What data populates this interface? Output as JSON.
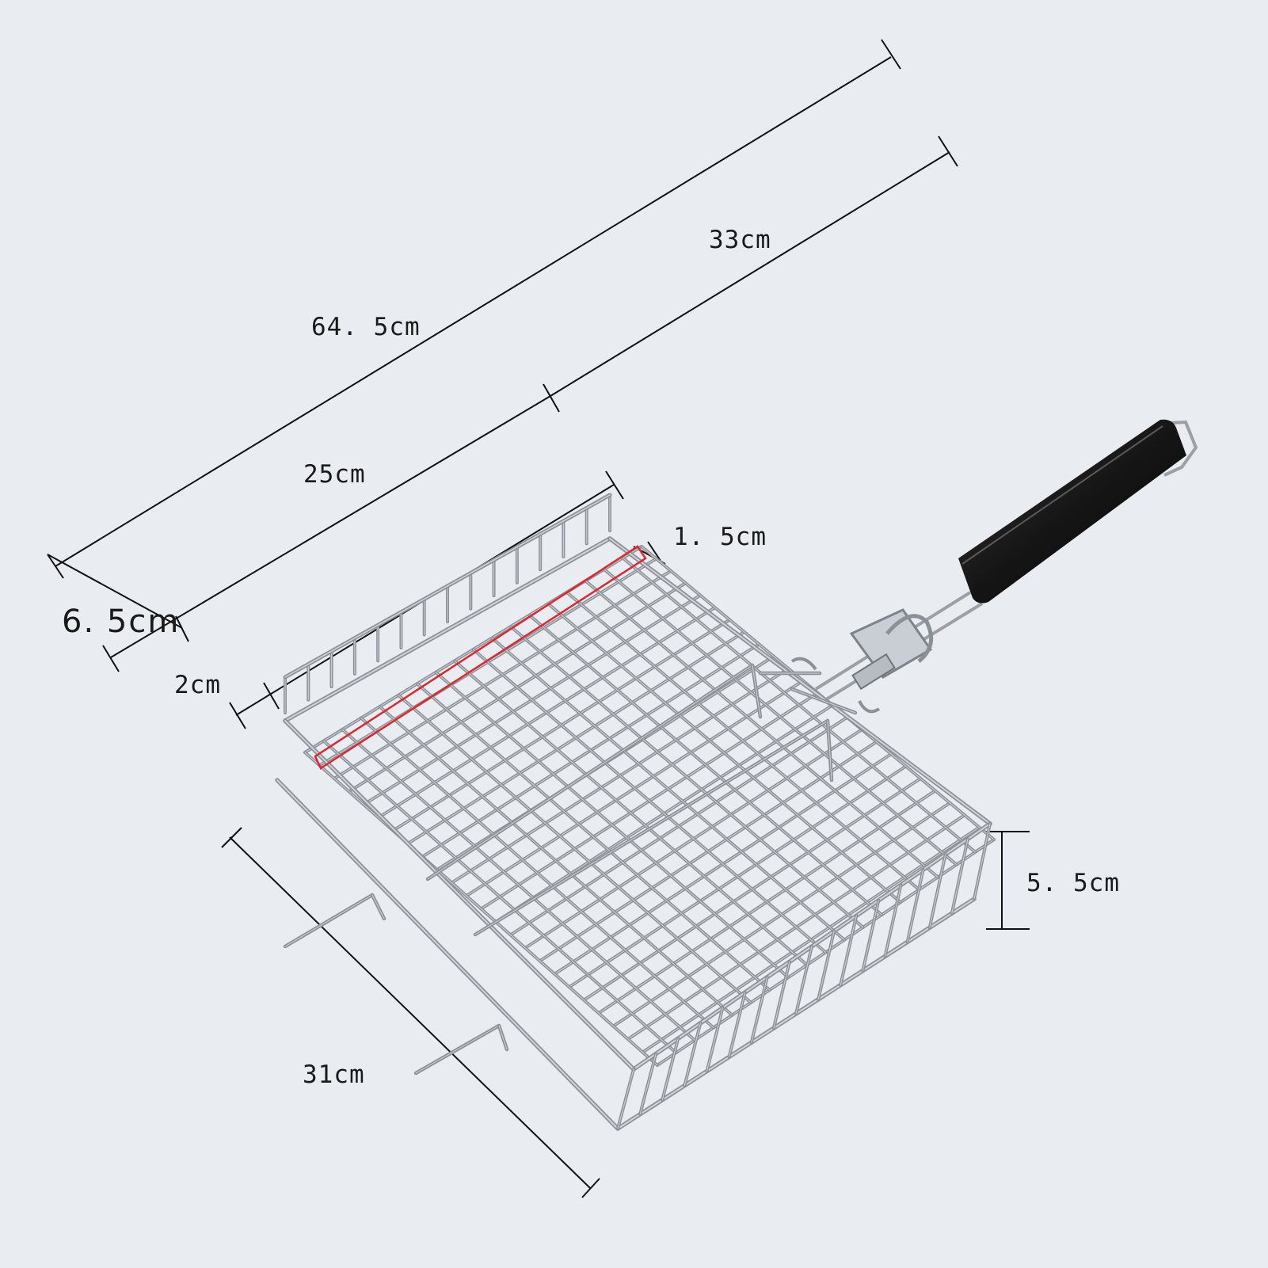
{
  "diagram": {
    "product": "grill-basket",
    "colors": {
      "background": "#e9edf2",
      "dimension_line": "#111111",
      "wire": "#8c9198",
      "wire_highlight": "#d0d4da",
      "handle": "#1b1b1b",
      "red_marker": "#e0262e"
    },
    "dimensions": [
      {
        "id": "overall-length",
        "text": "64. 5cm"
      },
      {
        "id": "handle-length",
        "text": "33cm"
      },
      {
        "id": "basket-length",
        "text": "25cm"
      },
      {
        "id": "flap-width",
        "text": "1. 5cm"
      },
      {
        "id": "side-offset",
        "text": "6. 5cm"
      },
      {
        "id": "gap",
        "text": "2cm"
      },
      {
        "id": "basket-height",
        "text": "5. 5cm"
      },
      {
        "id": "basket-width",
        "text": "31cm"
      }
    ]
  }
}
